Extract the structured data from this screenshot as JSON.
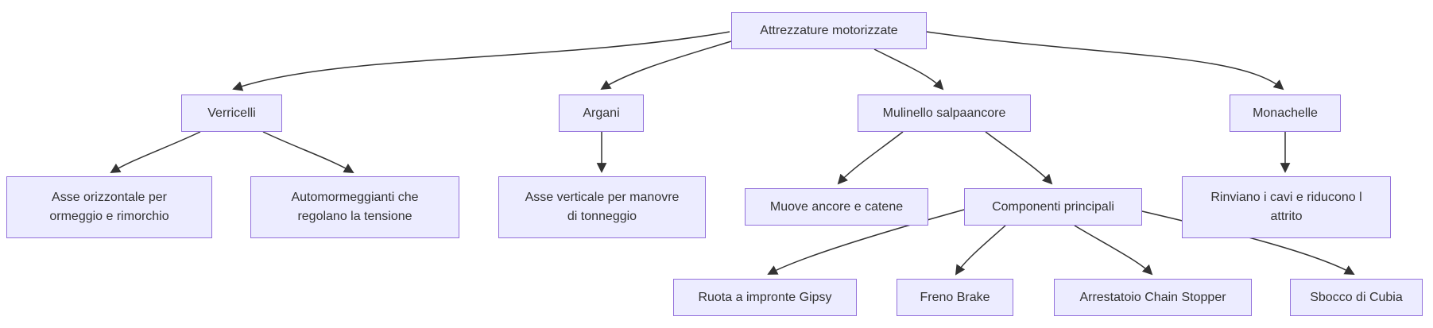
{
  "diagram": {
    "type": "flowchart-top-down",
    "colors": {
      "node_fill": "#ECECFF",
      "node_border": "#9370DB",
      "text": "#333333",
      "edge": "#333333",
      "background": "#FFFFFF"
    },
    "nodes": [
      {
        "id": "root",
        "label": "Attrezzature motorizzate"
      },
      {
        "id": "verricelli",
        "label": "Verricelli"
      },
      {
        "id": "argani",
        "label": "Argani"
      },
      {
        "id": "mulinello",
        "label": "Mulinello salpaancore"
      },
      {
        "id": "monachelle",
        "label": "Monachelle"
      },
      {
        "id": "asse-orizz",
        "label": "Asse orizzontale per\normeggio e rimorchio"
      },
      {
        "id": "autormeggi",
        "label": "Automormeggianti che\nregolano la tensione"
      },
      {
        "id": "asse-vert",
        "label": "Asse verticale per manovre\ndi tonneggio"
      },
      {
        "id": "muove",
        "label": "Muove ancore e catene"
      },
      {
        "id": "componenti",
        "label": "Componenti principali"
      },
      {
        "id": "rinviano",
        "label": "Rinviano i cavi e riducono l\nattrito"
      },
      {
        "id": "ruota",
        "label": "Ruota a impronte Gipsy"
      },
      {
        "id": "freno",
        "label": "Freno Brake"
      },
      {
        "id": "arrestatoio",
        "label": "Arrestatoio Chain Stopper"
      },
      {
        "id": "sbocco",
        "label": "Sbocco di Cubia"
      }
    ],
    "edges": [
      {
        "from": "root",
        "to": "verricelli"
      },
      {
        "from": "root",
        "to": "argani"
      },
      {
        "from": "root",
        "to": "mulinello"
      },
      {
        "from": "root",
        "to": "monachelle"
      },
      {
        "from": "verricelli",
        "to": "asse-orizz"
      },
      {
        "from": "verricelli",
        "to": "autormeggi"
      },
      {
        "from": "argani",
        "to": "asse-vert"
      },
      {
        "from": "mulinello",
        "to": "muove"
      },
      {
        "from": "mulinello",
        "to": "componenti"
      },
      {
        "from": "monachelle",
        "to": "rinviano"
      },
      {
        "from": "componenti",
        "to": "ruota"
      },
      {
        "from": "componenti",
        "to": "freno"
      },
      {
        "from": "componenti",
        "to": "arrestatoio"
      },
      {
        "from": "componenti",
        "to": "sbocco"
      }
    ]
  }
}
